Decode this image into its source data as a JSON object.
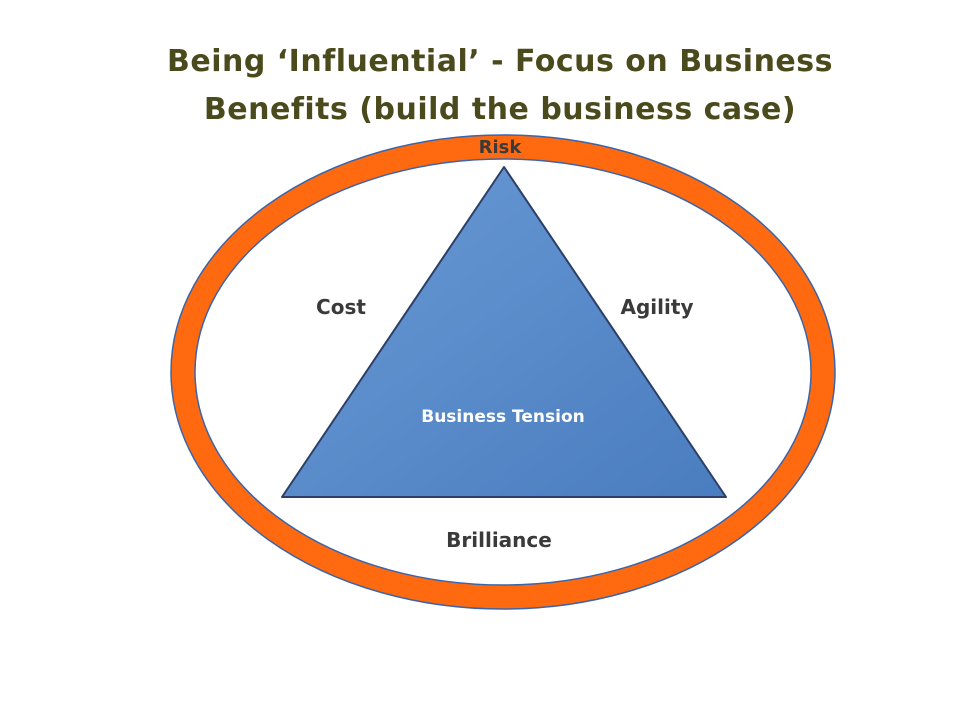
{
  "title": {
    "line1": "Being ‘Influential’ - Focus on Business",
    "line2": "Benefits (build the business case)"
  },
  "diagram": {
    "top_label": "Risk",
    "left_label": "Cost",
    "right_label": "Agility",
    "bottom_label": "Brilliance",
    "center_label": "Business Tension"
  },
  "colors": {
    "ring": "#ff6a10",
    "ring_outline": "#3c64a8",
    "triangle": "#5487c8",
    "triangle_outline": "#2d3f66",
    "title": "#4a4a1c"
  }
}
